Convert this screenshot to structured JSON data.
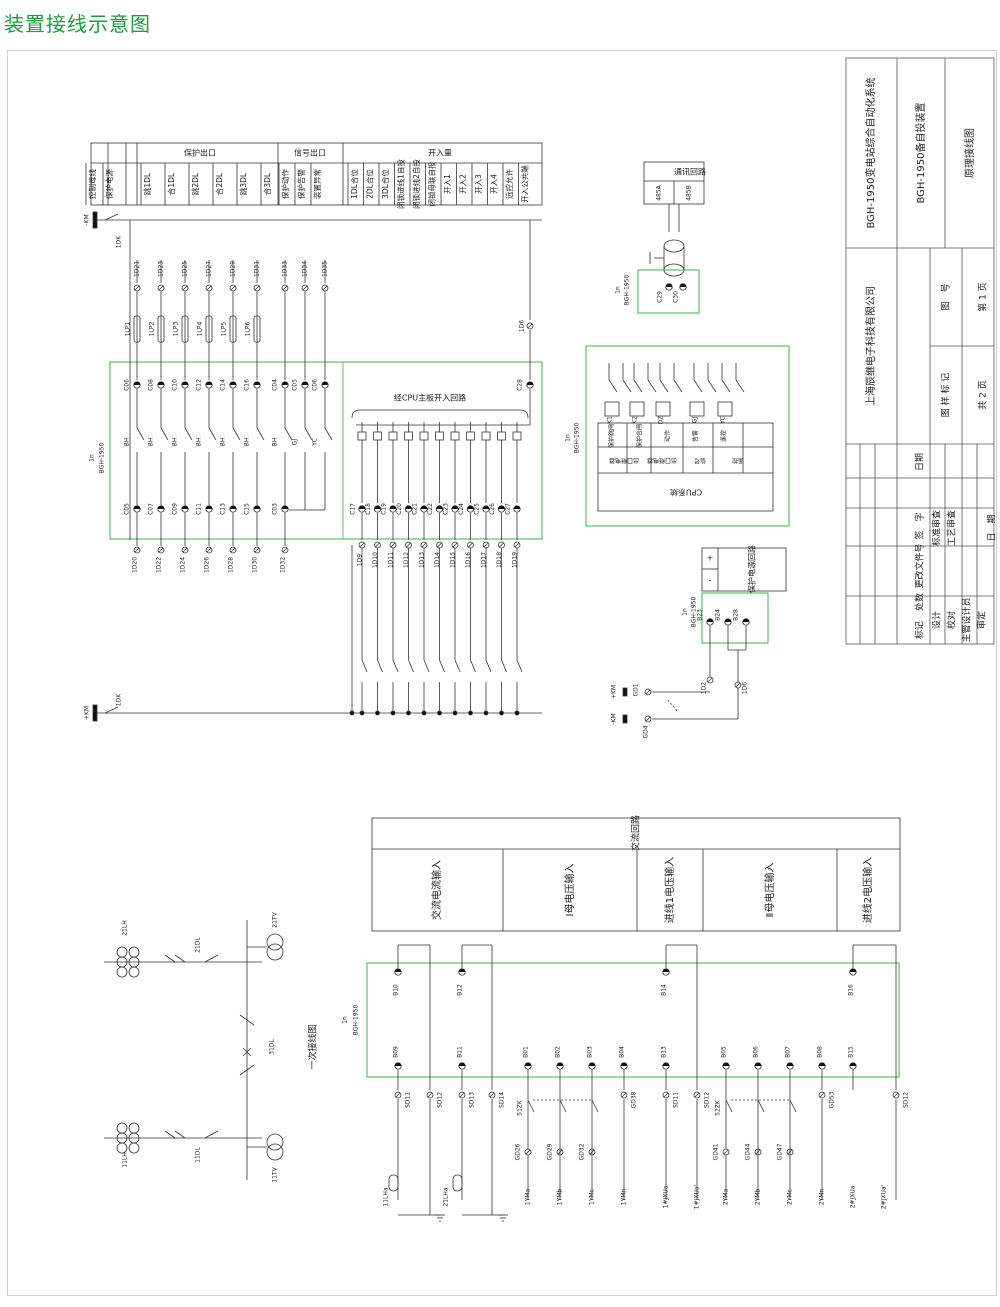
{
  "page_title": "装置接线示意图",
  "title_block": {
    "system": "BGH-1950变电站综合自动化系统",
    "device": "BGH-1950备自投装置",
    "drawing": "原理接线图",
    "company": "上海辰继电子科技有限公司",
    "drawing_no_label": "图　号",
    "sample_label": "图 样 标 记",
    "page_label": "第 1 页",
    "total_label": "共 2 页",
    "rev_cols": [
      "标记",
      "处数",
      "更改文件号",
      "签　字",
      "日期"
    ],
    "roles": [
      "设计",
      "校对",
      "主管设计员",
      "审定"
    ],
    "approvals": [
      "标准审查",
      "工艺审查",
      "日　期"
    ]
  },
  "dc_header": {
    "col1": [
      "控制母线",
      "保护电源"
    ],
    "protect_out": [
      "跳1DL",
      "合1DL",
      "跳2DL",
      "合2DL",
      "跳3DL",
      "合3DL"
    ],
    "protect_title": "保护出口",
    "signal_out": [
      "保护动作",
      "保护告警",
      "装置异常"
    ],
    "signal_title": "信号出口",
    "inputs": [
      "1DL合位",
      "2DL合位",
      "3DL合位",
      "闭锁进线1自投",
      "闭锁进线2自投",
      "闭锁母联自投",
      "开入1",
      "开入2",
      "开入3",
      "开入4",
      "远控允许",
      "开入公共端"
    ],
    "inputs_title": "开入量"
  },
  "bus_labels": {
    "neg": "-KM",
    "pos": "+KM",
    "switch": "1DK"
  },
  "dc_terminals": {
    "top": [
      "1D21",
      "1D23",
      "1D25",
      "1D27",
      "1D29",
      "1D31",
      "1D33",
      "1D34",
      "1D35"
    ],
    "pressplates": [
      "1LP1",
      "1LP2",
      "1LP3",
      "1LP4",
      "1LP5",
      "1LP6"
    ],
    "upper_c": [
      "C06",
      "C08",
      "C10",
      "C12",
      "C14",
      "C16",
      "C04",
      "C05",
      "C06"
    ],
    "mid": [
      "BH",
      "BH",
      "BH",
      "BH",
      "BH",
      "BH",
      "BH",
      "GJ",
      "YC"
    ],
    "lower_c": [
      "C05",
      "C07",
      "C09",
      "C11",
      "C13",
      "C15",
      "C03"
    ],
    "bottom": [
      "1D20",
      "1D22",
      "1D24",
      "1D26",
      "1D28",
      "1D30",
      "1D32"
    ],
    "in_c": [
      "C17",
      "C18",
      "C19",
      "C20",
      "C21",
      "C22",
      "C23",
      "C24",
      "C25",
      "C26",
      "C27"
    ],
    "in_d": [
      "1D9",
      "1D10",
      "1D11",
      "1D12",
      "1D13",
      "1D14",
      "1D15",
      "1D16",
      "1D17",
      "1D18",
      "1D19"
    ],
    "c28": "C28",
    "d6": "1D6",
    "device": "1n\nBGH-1950",
    "opto_label": "经CPU主板开入回路"
  },
  "comm": {
    "header": [
      "通讯回路"
    ],
    "cols": [
      "485A",
      "485B"
    ],
    "terms": [
      "C29",
      "C30"
    ],
    "device": "1n BGH-1950"
  },
  "cpu_box": {
    "relays": [
      "K1",
      "K2",
      "DZ",
      "GJ",
      "YC"
    ],
    "cells": [
      "保护跳闸",
      "保护合闸",
      "动作",
      "告警",
      "遥控"
    ],
    "out_cells": [
      "出口继电器",
      "出口继电器",
      "信号",
      "遥控"
    ],
    "cpu": "CPU系统",
    "device": "1n BGH-1950"
  },
  "power": {
    "header": "保护电源回路",
    "rows": [
      "+",
      "-"
    ],
    "terms": [
      "B23",
      "B24",
      "B28"
    ],
    "device": "1n BGH-1950",
    "gd": [
      "GD1",
      "GD4",
      "1D2",
      "1D6"
    ],
    "km": [
      "+KM",
      "-KM"
    ]
  },
  "ac_header": {
    "title": "交流回路",
    "cols": [
      "交流电流输入",
      "Ⅰ母电压输入",
      "进线1电压输入",
      "Ⅱ母电压输入",
      "进线2电压输入"
    ]
  },
  "primary": {
    "labels": [
      "21LH",
      "21DL",
      "21TV",
      "31DL",
      "11LH",
      "11DL",
      "11TV"
    ],
    "title": "一次接线图"
  },
  "ac_terms": {
    "device": "1n BGH-1950",
    "top": [
      "B10",
      "B12",
      "B14",
      "B16"
    ],
    "bottom": [
      "B09",
      "B11",
      "B01",
      "B02",
      "B03",
      "B04",
      "B13",
      "B05",
      "B06",
      "B07",
      "B08",
      "B15"
    ],
    "sd": [
      "SD11",
      "SD12",
      "SD13",
      "SD14",
      "GD38",
      "SD11",
      "SD12",
      "GD53",
      "SD12"
    ],
    "gd": [
      "GD26",
      "GD29",
      "GD32",
      "GD41",
      "GD44",
      "GD47"
    ],
    "kz": [
      "51ZK",
      "52ZK"
    ],
    "bottom_labels": [
      "11LHa",
      "21LHa",
      "1YMa",
      "1YMb",
      "1YMc",
      "1YMn",
      "1#JXUa",
      "1#JXUa'",
      "2YMa",
      "2YMb",
      "2YMc",
      "2YMn",
      "2#JXUa",
      "2#JXUa'"
    ]
  },
  "colors": {
    "title": "#1e9c3c",
    "device_box": "#39b54a",
    "line": "#333333"
  }
}
